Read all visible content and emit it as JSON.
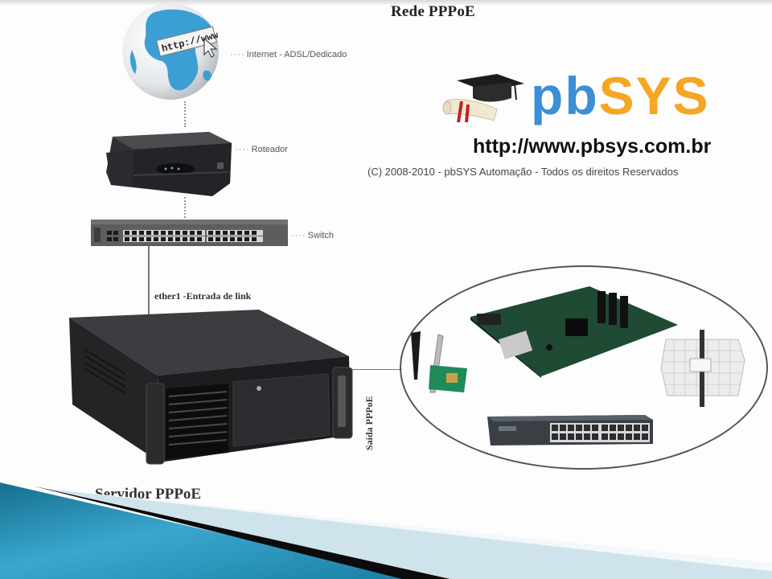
{
  "slide": {
    "title": "Rede PPPoE",
    "nodes": {
      "internet": {
        "label": "Internet - ADSL/Dedicado",
        "globe_text": "http://www"
      },
      "router": {
        "label": "Roteador"
      },
      "switch": {
        "label": "Switch"
      },
      "server": {
        "input_label": "ether1 -Entrada de link",
        "output_label": "Saída PPPoE",
        "caption": "Servidor PPPoE"
      }
    },
    "output_devices": [
      "wifi-pci-card",
      "routerboard",
      "grid-antenna",
      "ethernet-switch-24p"
    ],
    "connector_dots": "····"
  },
  "branding": {
    "logo_pb": "pb",
    "logo_sys": "SYS",
    "url": "http://www.pbsys.com.br",
    "copyright": "(C) 2008-2010 - pbSYS Automação - Todos os direitos Reservados"
  },
  "colors": {
    "logo_blue": "#3a8fd6",
    "logo_orange": "#f5a623",
    "globe_blue": "#3c9fd4",
    "footer_teal": "#1e88a8",
    "device_dark": "#2b2b2b",
    "pcb_green": "#1f4a33"
  }
}
